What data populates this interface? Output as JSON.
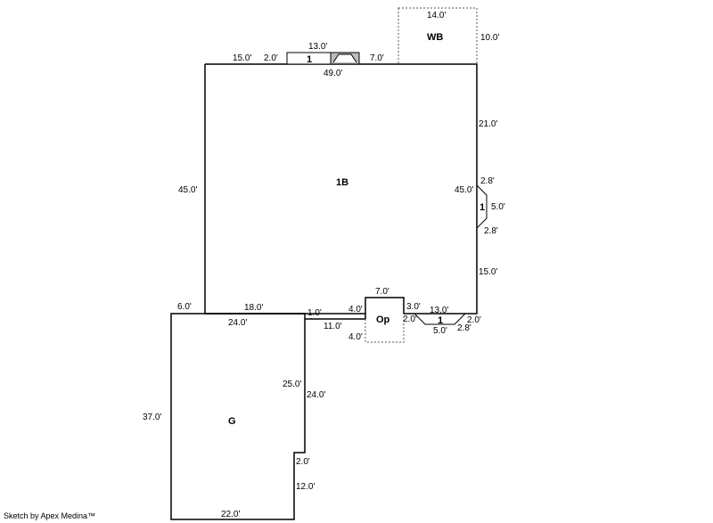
{
  "areas": {
    "main": "1B",
    "wood_deck": "WB",
    "garage": "G",
    "porch": "Op",
    "front_stoop": "1",
    "side_bay": "1",
    "rear_stoop": "1"
  },
  "dimensions": {
    "wb_top": "14.0'",
    "wb_side": "10.0'",
    "stoop_top": "13.0'",
    "top_left": "15.0'",
    "stoop_left": "2.0'",
    "top_right": "7.0'",
    "main_top": "49.0'",
    "right_upper": "21.0'",
    "left_side": "45.0'",
    "right_inner": "45.0'",
    "bay_top": "2.8'",
    "bay_mid": "5.0'",
    "bay_bottom": "2.8'",
    "right_lower": "15.0'",
    "op_top": "7.0'",
    "op_left_upper": "4.0'",
    "op_left_lower": "4.0'",
    "op_right": "3.0'",
    "connector": "1.0'",
    "connector_long": "11.0'",
    "rear_stoop_top": "13.0'",
    "rear_stoop_left": "2.0'",
    "rear_stoop_right": "2.0'",
    "rear_stoop_bottom": "5.0'",
    "rear_stoop_bottom_right": "2.8'",
    "garage_corner": "6.0'",
    "garage_top_inner": "18.0'",
    "garage_top": "24.0'",
    "garage_right_inner": "25.0'",
    "garage_right_outer": "24.0'",
    "garage_left": "37.0'",
    "garage_notch": "2.0'",
    "garage_lower_right": "12.0'",
    "garage_bottom": "22.0'"
  },
  "footer": "Sketch by Apex Medina™"
}
